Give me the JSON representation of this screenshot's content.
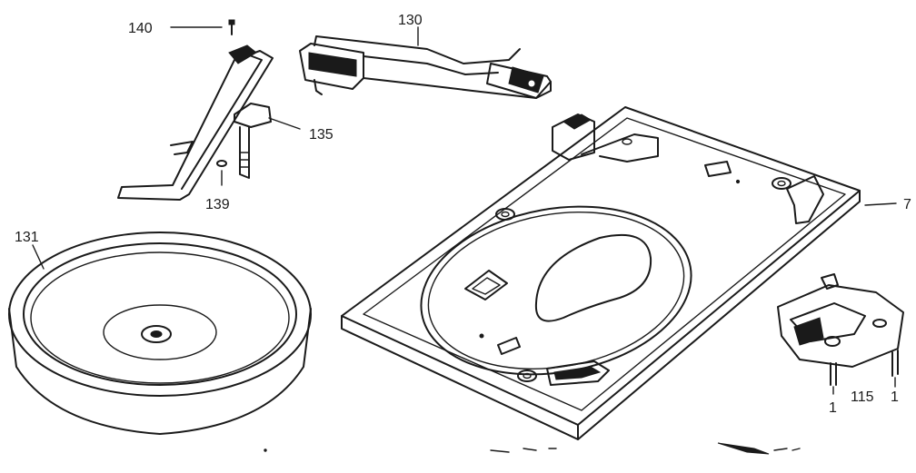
{
  "diagram": {
    "callouts": {
      "c140": "140",
      "c130": "130",
      "c135": "135",
      "c139": "139",
      "c131": "131",
      "c7": "7",
      "c115": "115",
      "c1_left": "1",
      "c1_right": "1"
    },
    "parts": {
      "p140": "screw",
      "p130": "tonearm",
      "p135": "arm rest / cue lever",
      "p139": "washer",
      "p131": "turntable platter",
      "p7": "base plate",
      "p115": "motor assembly"
    }
  }
}
